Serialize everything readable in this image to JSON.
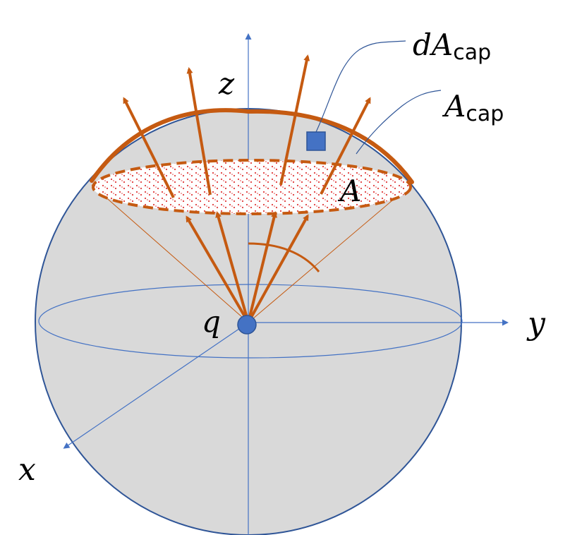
{
  "labels": {
    "z": "z",
    "y": "y",
    "x": "x",
    "q": "q",
    "A": "A",
    "dA_main": "dA",
    "dA_sub": "cap",
    "Acap_main": "A",
    "Acap_sub": "cap"
  },
  "colors": {
    "sphere_fill": "#d9d9d9",
    "sphere_stroke": "#2f5597",
    "axis": "#4472c4",
    "arrow": "#c55a11",
    "dots": "#e03c3c",
    "patch": "#4472c4"
  },
  "icons": {
    "charge": "dot",
    "patch": "square"
  }
}
